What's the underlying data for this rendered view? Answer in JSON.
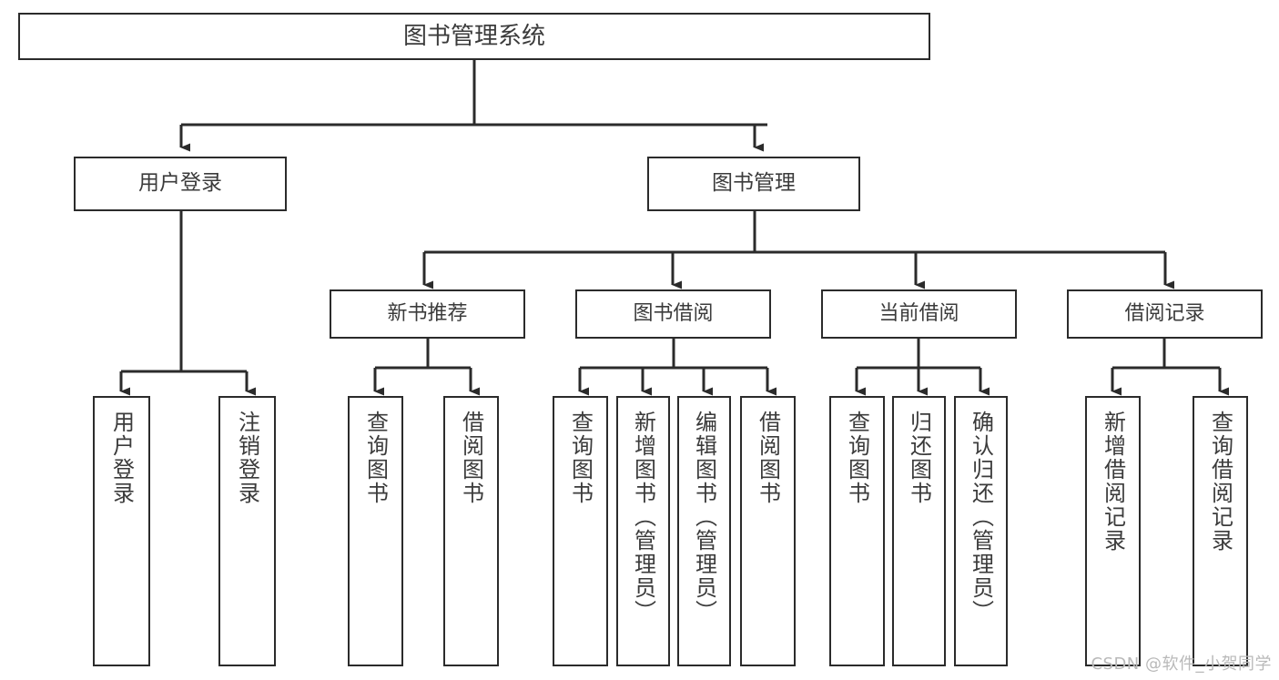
{
  "diagram": {
    "type": "tree",
    "title": "图书管理系统",
    "root": {
      "id": "root",
      "label": "图书管理系统"
    },
    "level2": [
      {
        "id": "user-login",
        "label": "用户登录"
      },
      {
        "id": "book-manage",
        "label": "图书管理"
      }
    ],
    "level3": [
      {
        "id": "new-book-rec",
        "label": "新书推荐"
      },
      {
        "id": "book-borrow",
        "label": "图书借阅"
      },
      {
        "id": "current-borrow",
        "label": "当前借阅"
      },
      {
        "id": "borrow-record",
        "label": "借阅记录"
      }
    ],
    "leaves": [
      {
        "id": "leaf-user-login",
        "label": "用户登录"
      },
      {
        "id": "leaf-logout",
        "label": "注销登录"
      },
      {
        "id": "leaf-query-book-1",
        "label": "查询图书"
      },
      {
        "id": "leaf-borrow-book-1",
        "label": "借阅图书"
      },
      {
        "id": "leaf-query-book-2",
        "label": "查询图书"
      },
      {
        "id": "leaf-add-book",
        "label": "新增图书（管理员）"
      },
      {
        "id": "leaf-edit-book",
        "label": "编辑图书（管理员）"
      },
      {
        "id": "leaf-borrow-book-2",
        "label": "借阅图书"
      },
      {
        "id": "leaf-query-book-3",
        "label": "查询图书"
      },
      {
        "id": "leaf-return-book",
        "label": "归还图书"
      },
      {
        "id": "leaf-confirm-return",
        "label": "确认归还（管理员）"
      },
      {
        "id": "leaf-add-record",
        "label": "新增借阅记录"
      },
      {
        "id": "leaf-query-record",
        "label": "查询借阅记录"
      }
    ]
  },
  "watermark": {
    "text": "CSDN @软件_小贺同学"
  },
  "colors": {
    "stroke": "#2b2b2b",
    "text": "#3b3b3b",
    "background": "#ffffff",
    "watermark": "#b9b9b9"
  }
}
